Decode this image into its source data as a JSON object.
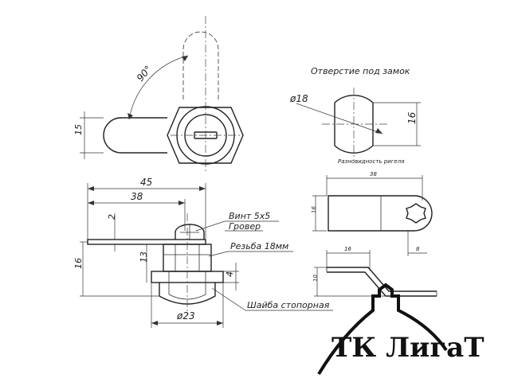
{
  "labels": {
    "angle_90": "90°",
    "dim_15": "15",
    "dim_45": "45",
    "dim_38": "38",
    "dim_2": "2",
    "dim_16_left": "16",
    "dim_13": "13",
    "dim_4": "4",
    "dim_23": "ø23",
    "screw": "Винт 5x5",
    "grover": "Гровер",
    "thread": "Резьба 18мм",
    "washer": "Шайба стопорная",
    "hole_title": "Отверстие под замок",
    "hole_dia": "ø18",
    "hole_16": "16",
    "variant_title": "Разновидность ригеля",
    "var_38": "38",
    "var_16": "16",
    "var_8": "8",
    "side_16": "16",
    "side_10": "10"
  },
  "brand": {
    "name": "ТК ЛигаТ",
    "color": "#111111"
  }
}
